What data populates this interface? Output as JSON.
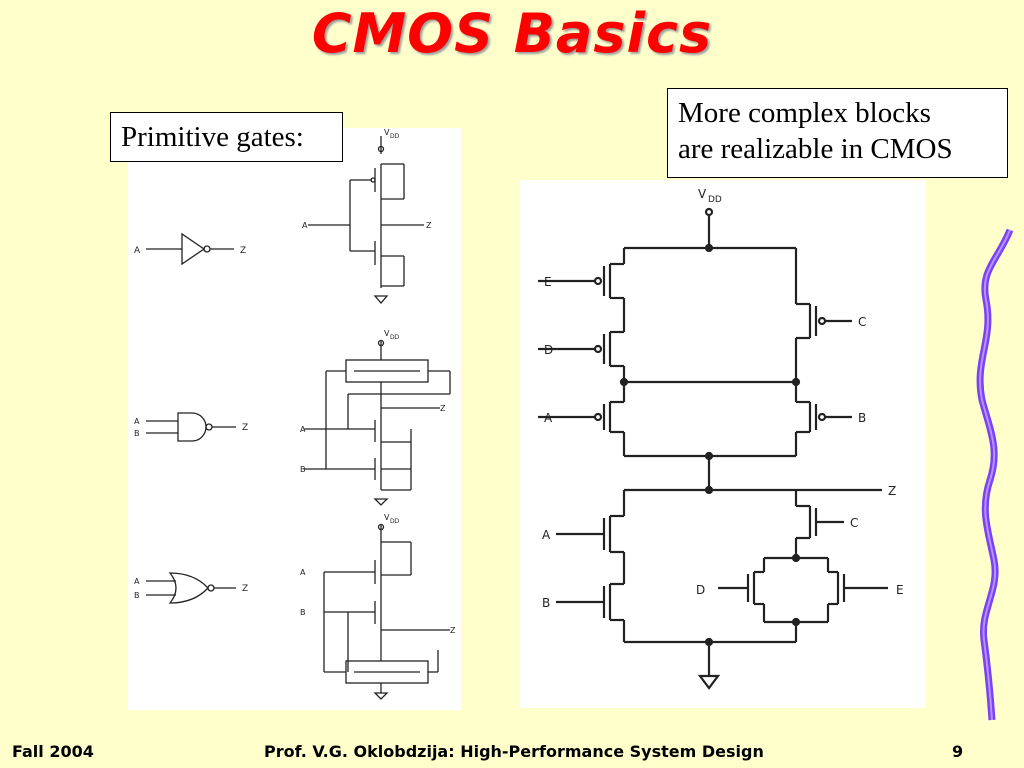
{
  "title": "CMOS Basics",
  "primitive_label": "Primitive gates:",
  "complex_label_line1": "More complex blocks",
  "complex_label_line2": "are realizable in CMOS",
  "left_diagram": {
    "vdd": "V",
    "vdd_sub": "DD",
    "inverter": {
      "in": "A",
      "out": "Z"
    },
    "nand": {
      "in1": "A",
      "in2": "B",
      "out": "Z"
    },
    "nor": {
      "in1": "A",
      "in2": "B",
      "out": "Z"
    }
  },
  "right_diagram": {
    "vdd": "V",
    "vdd_sub": "DD",
    "inputs": [
      "E",
      "D",
      "A",
      "C",
      "B",
      "A",
      "B",
      "C",
      "D",
      "E"
    ],
    "output": "Z"
  },
  "footer": {
    "left": "Fall 2004",
    "center": "Prof. V.G. Oklobdzija: High-Performance System Design",
    "right": "9"
  },
  "colors": {
    "title": "#ff0000",
    "background": "#ffffcc",
    "wave": "#7b42f5"
  }
}
